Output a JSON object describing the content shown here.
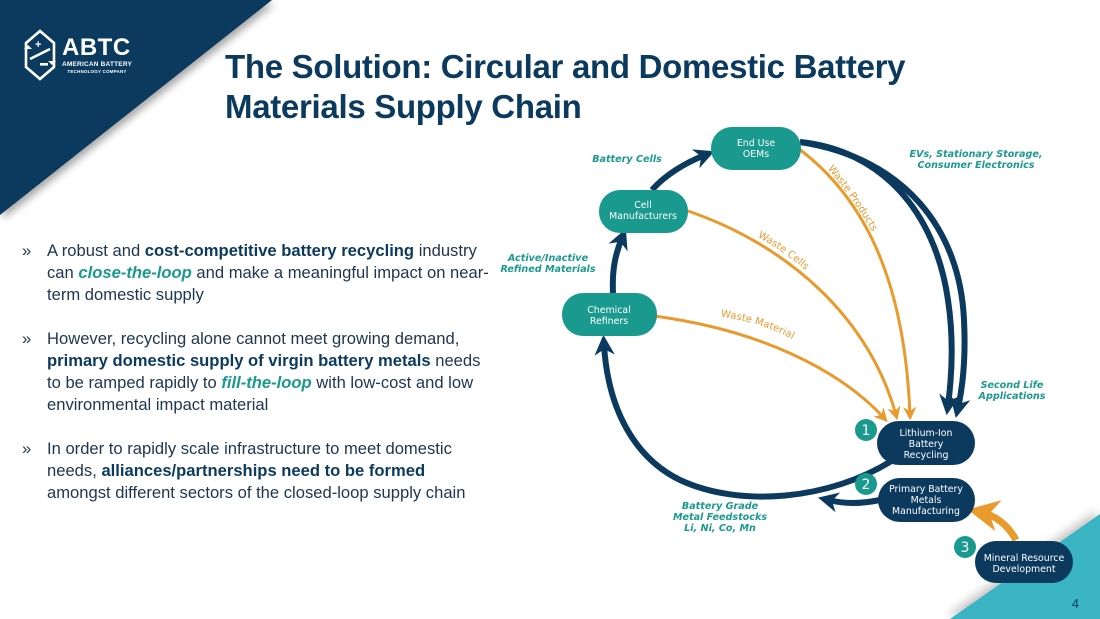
{
  "logo": {
    "abbr": "ABTC",
    "line1": "AMERICAN BATTERY",
    "line2": "TECHNOLOGY COMPANY"
  },
  "title": "The Solution: Circular and Domestic Battery Materials Supply Chain",
  "bullet_marker": "»",
  "bullets": [
    {
      "p1": "A robust and ",
      "bold": "cost-competitive battery recycling",
      "p2": " industry can ",
      "emph": "close-the-loop",
      "p3": " and make a meaningful impact on near-term domestic supply"
    },
    {
      "p1": "However, recycling alone cannot meet growing demand, ",
      "bold": "primary domestic supply of virgin battery metals",
      "p2": " needs to be ramped rapidly to ",
      "emph": "fill-the-loop",
      "p3": " with low-cost and low environmental impact material"
    },
    {
      "p1": "In order to rapidly scale infrastructure to meet domestic needs, ",
      "bold": "alliances/partnerships need to be formed",
      "p2": " amongst different sectors of the closed-loop supply chain"
    }
  ],
  "diagram": {
    "nodes": {
      "end_use": [
        "End Use",
        "OEMs"
      ],
      "cell_mfr": [
        "Cell",
        "Manufacturers"
      ],
      "chem_ref": [
        "Chemical",
        "Refiners"
      ],
      "recycling": [
        "Lithium-Ion",
        "Battery",
        "Recycling"
      ],
      "primary": [
        "Primary Battery",
        "Metals",
        "Manufacturing"
      ],
      "mineral": [
        "Mineral Resource",
        "Development"
      ]
    },
    "numbers": [
      "1",
      "2",
      "3"
    ],
    "flow_labels": {
      "battery_cells": "Battery Cells",
      "evs": [
        "EVs, Stationary Storage,",
        "Consumer Electronics"
      ],
      "active": [
        "Active/Inactive",
        "Refined Materials"
      ],
      "second_life": [
        "Second Life",
        "Applications"
      ],
      "feedstocks": [
        "Battery Grade",
        "Metal Feedstocks",
        "Li, Ni, Co, Mn"
      ]
    },
    "waste_labels": {
      "products": "Waste Products",
      "cells": "Waste Cells",
      "material": "Waste Material"
    },
    "colors": {
      "navy": "#0b3a5e",
      "teal": "#1a9a8e",
      "orange": "#e99a2c",
      "accent_cyan": "#3bb4c4"
    }
  },
  "page_number": "4"
}
